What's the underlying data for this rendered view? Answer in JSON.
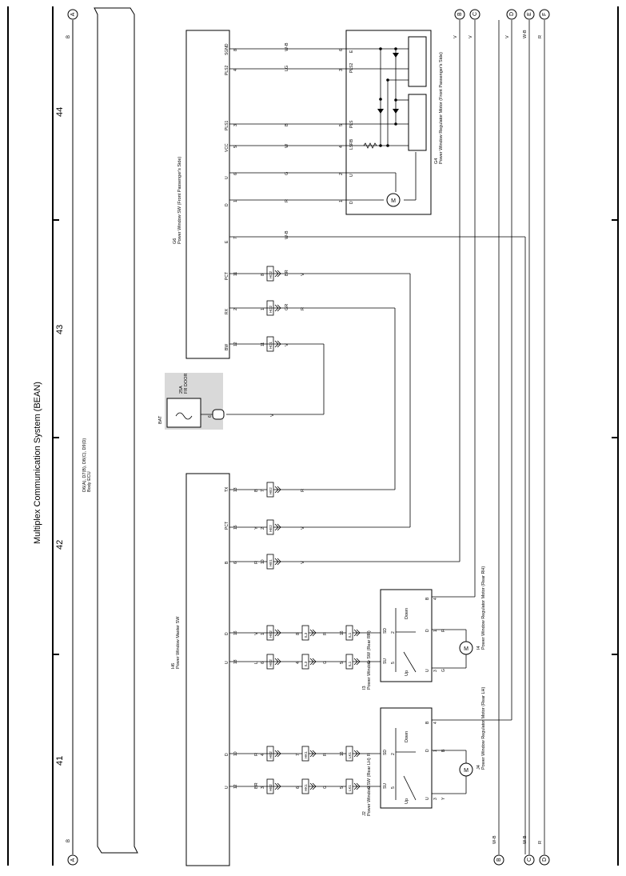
{
  "header": {
    "title": "Multiplex Communication System (BEAN)",
    "page_numbers": [
      "41",
      "42",
      "43",
      "44"
    ]
  },
  "bus": {
    "left_label": "B",
    "left_letter": "A"
  },
  "right_buses": [
    {
      "letter": "B",
      "color": "V"
    },
    {
      "letter": "C",
      "color": "V"
    },
    {
      "letter": "D",
      "color": "V"
    },
    {
      "letter": "E",
      "color": "W-B"
    },
    {
      "letter": "F",
      "color": "R"
    }
  ],
  "bottom_buses": [
    {
      "letter": "B",
      "color": "W-B"
    },
    {
      "letter": "C",
      "color": "W-B"
    },
    {
      "letter": "D",
      "color": "R"
    }
  ],
  "components": {
    "body_ecu": {
      "id": "D6(A), D7(B), D8(C), D9(D)",
      "name": "Body ECU"
    },
    "g6": {
      "id": "G6",
      "name": "Power Window SW (Front Passenger's Side)"
    },
    "g4": {
      "id": "G4",
      "name": "Power Window Regulator Motor (Front Passenger's Side)"
    },
    "h6": {
      "id": "H6",
      "name": "Power Window Master SW"
    },
    "fuse": {
      "label": "BAT",
      "rating": "25A",
      "name": "FR DOOR",
      "junction": "6",
      "junction_id": "1J"
    },
    "i3": {
      "id": "I3",
      "name": "Power Window SW (Rear RH)"
    },
    "i4": {
      "id": "I4",
      "name": "Power Window Regulator Motor (Rear RH)"
    },
    "j2": {
      "id": "J2",
      "name": "Power Window SW (Rear LH)"
    },
    "j4": {
      "id": "J4",
      "name": "Power Window Regulator Motor (Rear LH)"
    }
  },
  "g6_pins": [
    {
      "name": "SGND",
      "num": "8",
      "wire": "W-B"
    },
    {
      "name": "PLS2",
      "num": "4",
      "wire": "LG"
    },
    {
      "name": "PLS1",
      "num": "3",
      "wire": "B"
    },
    {
      "name": "VCC",
      "num": "5",
      "wire": "W"
    },
    {
      "name": "U",
      "num": "6",
      "wire": "G"
    },
    {
      "name": "D",
      "num": "1",
      "wire": "R"
    },
    {
      "name": "E",
      "num": "7",
      "wire": "W-B"
    },
    {
      "name": "PCT",
      "num": "11",
      "wire": "BR",
      "conn": "HD2",
      "conn_pin": "8"
    },
    {
      "name": "RX",
      "num": "2",
      "wire": "GR",
      "conn": "HD2",
      "conn_pin": "1"
    },
    {
      "name": "BW",
      "num": "12",
      "wire": "V",
      "conn": "HD1",
      "conn_pin": "11"
    }
  ],
  "g4_pins": [
    {
      "name": "E",
      "num": "6"
    },
    {
      "name": "PLS2",
      "num": "3"
    },
    {
      "name": "PLS",
      "num": "5"
    },
    {
      "name": "LSRB",
      "num": "4"
    },
    {
      "name": "U",
      "num": "2"
    },
    {
      "name": "D",
      "num": "1"
    }
  ],
  "h6_pins": [
    {
      "name": "TX",
      "num": "13",
      "wire": "B",
      "conn": "HE2",
      "conn_pin": "7"
    },
    {
      "name": "PCT",
      "num": "15",
      "wire": "Y",
      "conn": "HE2",
      "conn_pin": "2"
    },
    {
      "name": "B",
      "num": "6",
      "wire": "R",
      "conn": "HE1",
      "conn_pin": "10"
    },
    {
      "name": "D",
      "num": "16",
      "wire": "V",
      "conn": "HE2",
      "conn_pin": "1"
    },
    {
      "name": "U",
      "num": "18",
      "wire": "L",
      "conn": "HE2",
      "conn_pin": "6"
    },
    {
      "name": "D",
      "num": "10",
      "wire": "R",
      "conn": "HE2",
      "conn_pin": "4"
    },
    {
      "name": "U",
      "num": "12",
      "wire": "BR",
      "conn": "HE2",
      "conn_pin": "3"
    }
  ],
  "wires": {
    "pct_right": "V",
    "rx_right": "R",
    "tx_right": "R",
    "pct_h6_right": "V",
    "b_h6_right": "V",
    "bw_fuse": "V"
  },
  "rh_chain": [
    {
      "conn": "IL3",
      "pin_d": "8",
      "pin_u": "4",
      "wire_d": "R",
      "wire_u": "G"
    },
    {
      "conn": "IL1",
      "pin_d": "16",
      "pin_u": "5",
      "wire_d": "R",
      "wire_u": "G"
    }
  ],
  "lh_chain": [
    {
      "conn": "HK1",
      "pin_d": "7",
      "pin_u": "6",
      "wire_d": "R",
      "wire_u": "G"
    },
    {
      "conn": "LK1",
      "pin_d": "16",
      "pin_u": "5",
      "wire_d": "R",
      "wire_u": "G"
    }
  ],
  "rh_switch": {
    "pins": [
      {
        "name": "B",
        "num": "4"
      },
      {
        "name": "D",
        "num": "1"
      },
      {
        "name": "U",
        "num": "3"
      },
      {
        "name": "SD",
        "num": "2"
      },
      {
        "name": "SU",
        "num": "5"
      }
    ],
    "down": "Down",
    "up": "Up",
    "wire_d": "B",
    "wire_u": "L",
    "motor_wire_d": "R",
    "motor_wire_u": "G"
  },
  "lh_switch": {
    "pins": [
      {
        "name": "B",
        "num": "4"
      },
      {
        "name": "D",
        "num": "1"
      },
      {
        "name": "U",
        "num": "3"
      },
      {
        "name": "SD",
        "num": "2"
      },
      {
        "name": "SU",
        "num": "5"
      }
    ],
    "down": "Down",
    "up": "Up",
    "wire_d": "R",
    "wire_u": "G",
    "motor_wire_d": "B",
    "motor_wire_u": "Y"
  },
  "motor_symbol": "M",
  "motor_pins": [
    "1",
    "2"
  ]
}
